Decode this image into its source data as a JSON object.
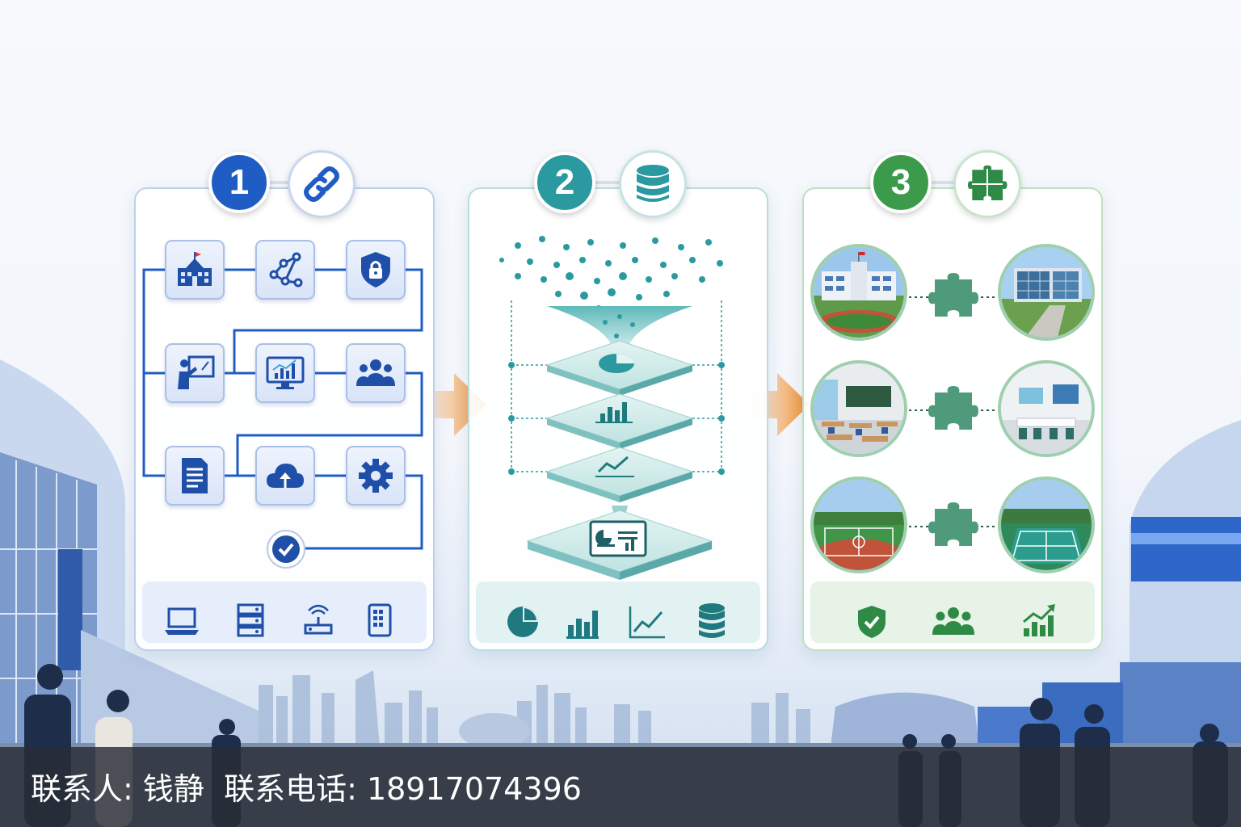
{
  "steps": [
    {
      "number": "1",
      "icon": "link-icon",
      "color": "#1f5cc4"
    },
    {
      "number": "2",
      "icon": "database-icon",
      "color": "#2a9aa0"
    },
    {
      "number": "3",
      "icon": "puzzle-icon",
      "color": "#3c9a4b"
    }
  ],
  "panel1": {
    "tiles": [
      "school-icon",
      "network-nodes-icon",
      "shield-lock-icon",
      "teacher-board-icon",
      "monitor-chart-icon",
      "user-group-icon",
      "document-icon",
      "cloud-upload-icon",
      "gear-icon"
    ],
    "footer_icons": [
      "laptop-icon",
      "server-icon",
      "router-icon",
      "tablet-icon"
    ]
  },
  "panel2": {
    "layers": [
      "pie-chart-icon",
      "bar-chart-icon",
      "line-chart-icon",
      "report-icon"
    ],
    "footer_icons": [
      "pie-chart-icon",
      "bar-chart-icon",
      "line-chart-icon",
      "database-icon"
    ]
  },
  "panel3": {
    "rows": [
      {
        "left": "campus-building-photo",
        "right": "modern-building-photo"
      },
      {
        "left": "classroom-photo",
        "right": "smart-classroom-photo"
      },
      {
        "left": "sports-field-photo",
        "right": "tennis-court-photo"
      }
    ],
    "footer_icons": [
      "shield-check-icon",
      "user-group-icon",
      "growth-chart-icon"
    ]
  },
  "contact": {
    "person_label": "联系人: 钱静",
    "phone_label": "联系电话: 18917074396"
  },
  "colors": {
    "blue": "#1f5cc4",
    "teal": "#2a9aa0",
    "green": "#3c9a4b",
    "orange": "#f08a24"
  }
}
